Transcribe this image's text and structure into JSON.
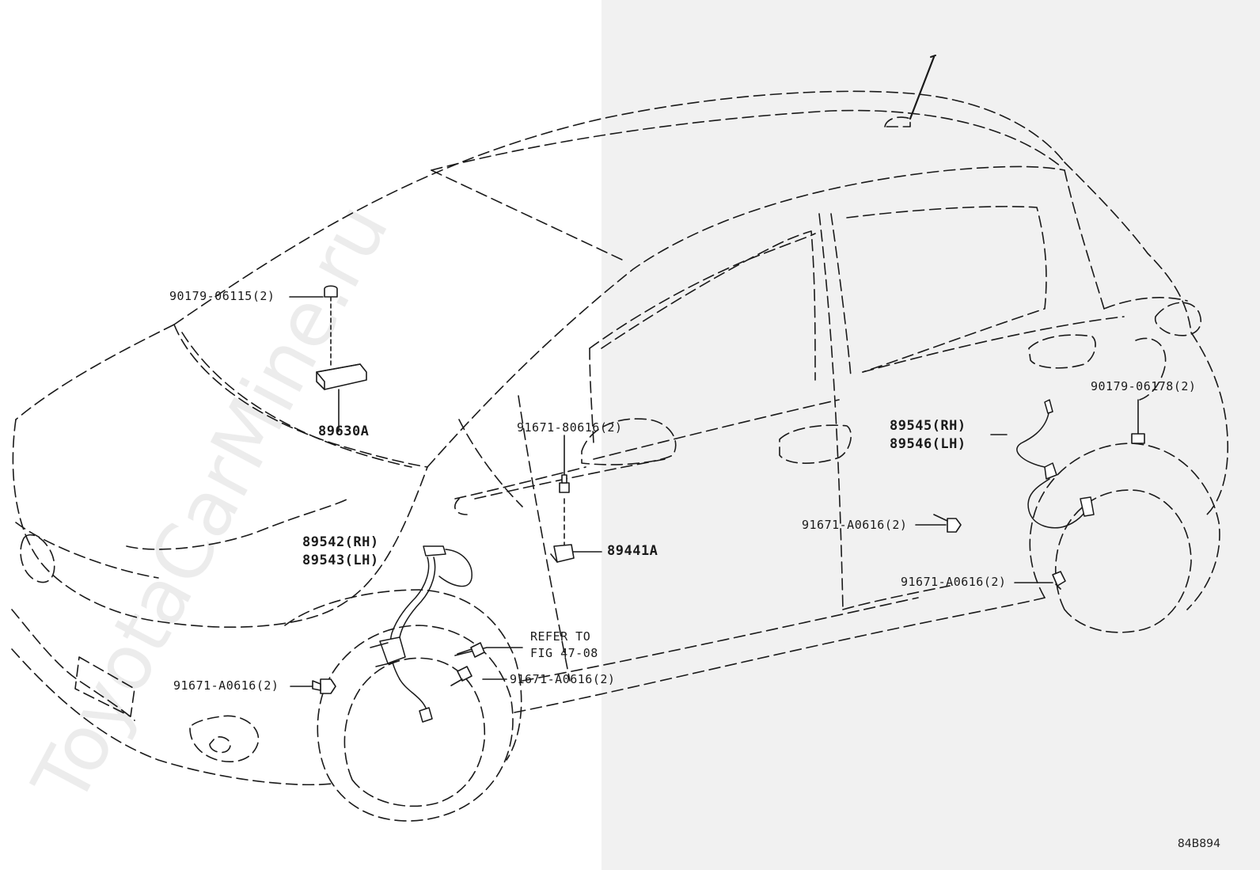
{
  "watermark": "ToyotaCarMine.ru",
  "diagram_code": "84B894",
  "labels": {
    "nut_top": "90179-06115(2)",
    "computer": "89630A",
    "bolt_mirror": "91671-80616(2)",
    "sensor_side": "89441A",
    "front_sensor_rh": "89542(RH)",
    "front_sensor_lh": "89543(LH)",
    "refer_1": "REFER TO",
    "refer_2": "FIG 47-08",
    "bolt_front_left": "91671-A0616(2)",
    "bolt_front_mid": "91671-A0616(2)",
    "rear_sensor_rh": "89545(RH)",
    "rear_sensor_lh": "89546(LH)",
    "nut_rear": "90179-06178(2)",
    "bolt_rear_upper": "91671-A0616(2)",
    "bolt_rear_lower": "91671-A0616(2)"
  },
  "colors": {
    "line": "#1a1a1a",
    "shade": "#f1f1f1"
  }
}
